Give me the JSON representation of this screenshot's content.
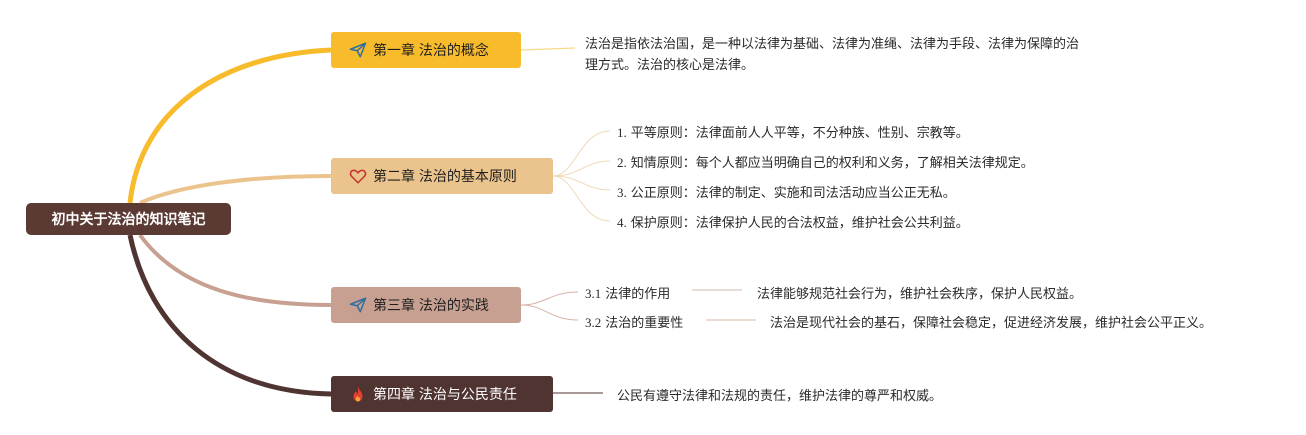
{
  "root": {
    "label": "初中关于法治的知识笔记"
  },
  "chapters": [
    {
      "label": "第一章 法治的概念",
      "icon": "paper-plane-icon",
      "color": "#f7bb2c",
      "content": "法治是指依法治国，是一种以法律为基础、法律为准绳、法律为手段、法律为保障的治理方式。法治的核心是法律。"
    },
    {
      "label": "第二章 法治的基本原则",
      "icon": "heart-icon",
      "color": "#ebc48d",
      "items": [
        {
          "num": "1.",
          "text": "平等原则：法律面前人人平等，不分种族、性别、宗教等。"
        },
        {
          "num": "2.",
          "text": "知情原则：每个人都应当明确自己的权利和义务，了解相关法律规定。"
        },
        {
          "num": "3.",
          "text": "公正原则：法律的制定、实施和司法活动应当公正无私。"
        },
        {
          "num": "4.",
          "text": "保护原则：法律保护人民的合法权益，维护社会公共利益。"
        }
      ]
    },
    {
      "label": "第三章 法治的实践",
      "icon": "paper-plane-icon",
      "color": "#c7a092",
      "sub": [
        {
          "num": "3.1",
          "label": "法律的作用",
          "detail": "法律能够规范社会行为，维护社会秩序，保护人民权益。"
        },
        {
          "num": "3.2",
          "label": "法治的重要性",
          "detail": "法治是现代社会的基石，保障社会稳定，促进经济发展，维护社会公平正义。"
        }
      ]
    },
    {
      "label": "第四章 法治与公民责任",
      "icon": "fire-icon",
      "color": "#4f3431",
      "content": "公民有遵守法律和法规的责任，维护法律的尊严和权威。"
    }
  ]
}
